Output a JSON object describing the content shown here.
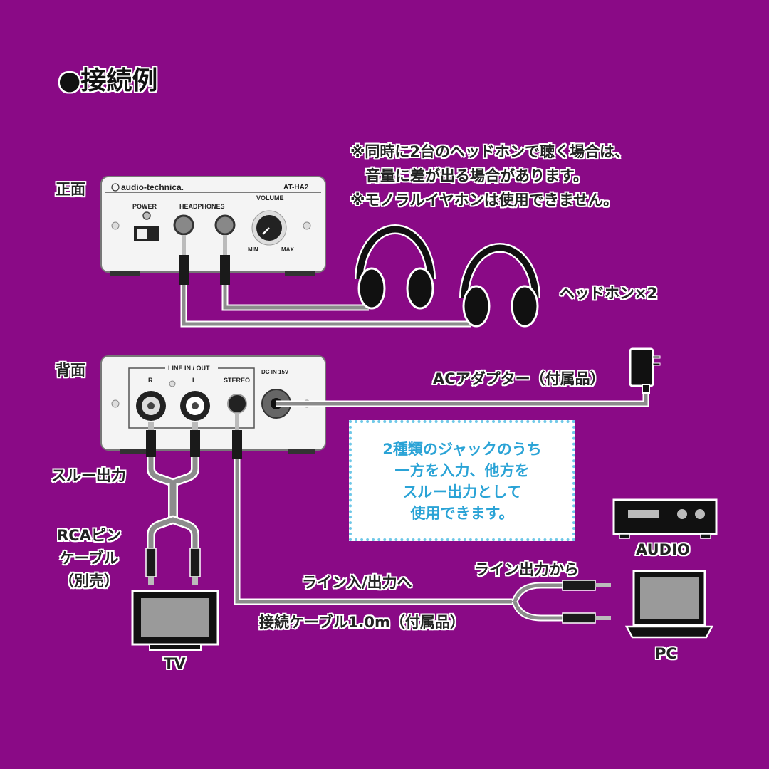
{
  "title": "●接続例",
  "front_label": "正面",
  "back_label": "背面",
  "notes": [
    "※同時に2台のヘッドホンで聴く場合は、",
    "　音量に差が出る場合があります。",
    "※モノラルイヤホンは使用できません。"
  ],
  "front_panel": {
    "brand": "audio-technica.",
    "model": "AT-HA2",
    "power": "POWER",
    "headphones": "HEADPHONES",
    "volume": "VOLUME",
    "min": "MIN",
    "max": "MAX"
  },
  "back_panel": {
    "line_in_out": "LINE IN / OUT",
    "r": "R",
    "l": "L",
    "stereo": "STEREO",
    "dc_in": "DC IN 15V"
  },
  "labels": {
    "headphones_x2": "ヘッドホン×2",
    "ac_adapter": "ACアダプター（付属品）",
    "through_out": "スルー出力",
    "rca_cable": [
      "RCAピン",
      "ケーブル",
      "（別売）"
    ],
    "tv": "TV",
    "audio": "AUDIO",
    "pc": "PC",
    "line_from": "ライン出力から",
    "line_to": "ライン入/出力へ",
    "cable": "接続ケーブル1.0m（付属品）"
  },
  "callout": [
    "2種類のジャックのうち",
    "一方を入力、他方を",
    "スルー出力として",
    "使用できます。"
  ],
  "colors": {
    "background": "#8a0a86",
    "callout_text": "#2aa3d6",
    "callout_border": "#6fc8e8",
    "cable": "#8c8c8c"
  }
}
